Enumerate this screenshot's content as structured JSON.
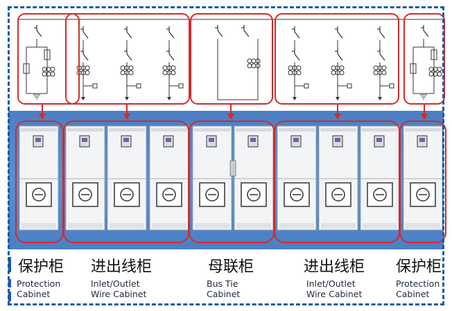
{
  "groups": [
    {
      "id": "protection-left",
      "zh": "保护柜",
      "en": "Protection\nCabinet",
      "units": 1
    },
    {
      "id": "inlet-outlet-left",
      "zh": "进出线柜",
      "en": "Inlet/Outlet\nWire Cabinet",
      "units": 3
    },
    {
      "id": "bus-tie",
      "zh": "母联柜",
      "en": "Bus Tie\nCabinet",
      "units": 2
    },
    {
      "id": "inlet-outlet-right",
      "zh": "进出线柜",
      "en": "Inlet/Outlet\nWire Cabinet",
      "units": 3
    },
    {
      "id": "protection-right",
      "zh": "保护柜",
      "en": "Protection\nCabinet",
      "units": 1
    }
  ],
  "colors": {
    "frame": "#1a5aa8",
    "highlight": "#d42a2a",
    "band": "#5b8fd0",
    "cabinet": "#f3f4f6",
    "line": "#333333"
  },
  "icons": [
    "switch-icon",
    "current-transformer-icon",
    "ground-icon",
    "cabinet-display-icon",
    "breaker-mechanism-icon"
  ]
}
